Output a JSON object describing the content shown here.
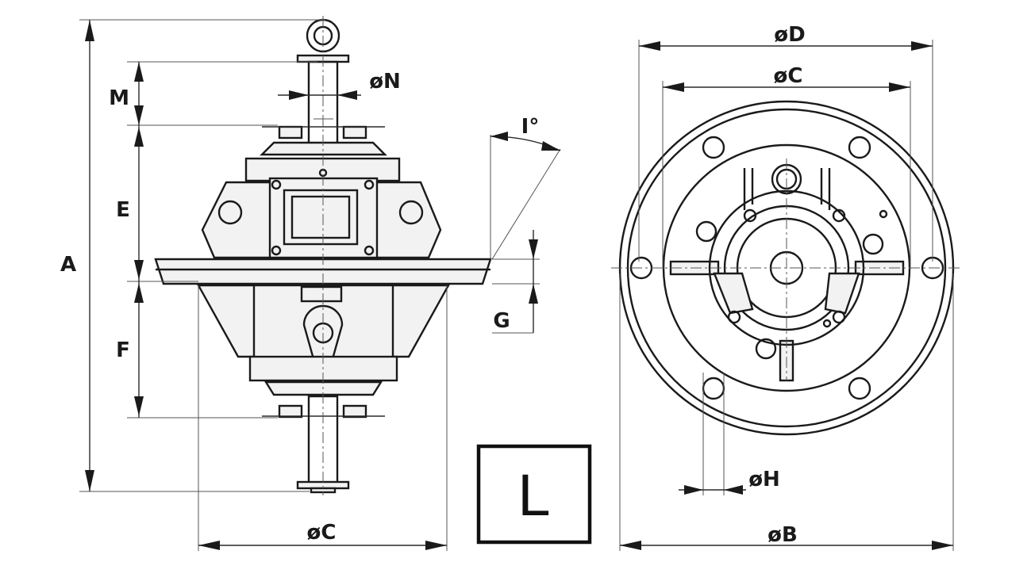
{
  "labels": {
    "A": "A",
    "M": "M",
    "E": "E",
    "F": "F",
    "N": "øN",
    "I": "I°",
    "G": "G",
    "C_side": "øC",
    "D": "øD",
    "C_top": "øC",
    "H": "øH",
    "B": "øB",
    "model": "L"
  }
}
